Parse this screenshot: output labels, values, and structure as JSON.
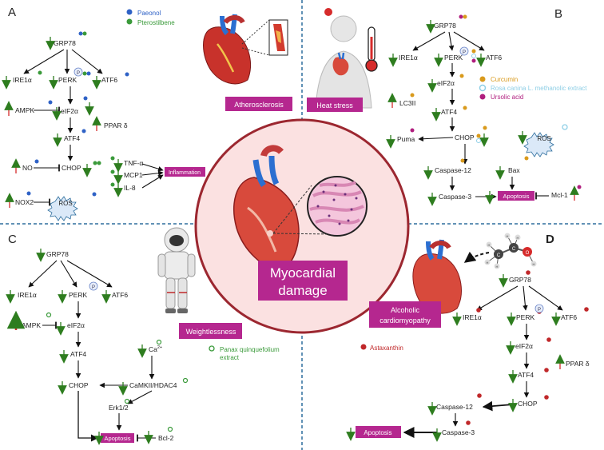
{
  "panels": {
    "A": {
      "letter": "A",
      "legend": [
        {
          "label": "Paeonol",
          "color": "#2f62c6"
        },
        {
          "label": "Pterostilbene",
          "color": "#3a9a3a"
        }
      ],
      "nodes": {
        "grp78": "GRP78",
        "ire1a": "IRE1α",
        "perk": "PERK",
        "atf6": "ATF6",
        "ampk": "AMPK",
        "eif2a": "eIF2α",
        "ppard": "PPAR δ",
        "atf4": "ATF4",
        "no": "NO",
        "chop": "CHOP",
        "tnfa": "TNF-α",
        "mcp1": "MCP1",
        "il8": "IL-8",
        "inflammation": "Inflammation",
        "nox2": "NOX2",
        "ros": "ROS"
      },
      "label_box": "Atherosclerosis"
    },
    "B": {
      "letter": "B",
      "legend": [
        {
          "label": "Curcumin",
          "color": "#d99a1c"
        },
        {
          "label": "Rosa canina L. methanolic extract",
          "color": "#8fcfe6"
        },
        {
          "label": "Ursolic acid",
          "color": "#b01e7e"
        }
      ],
      "nodes": {
        "grp78": "GRP78",
        "ire1a": "IRE1α",
        "perk": "PERK",
        "atf6": "ATF6",
        "eif2a": "eIF2α",
        "lc3ii": "LC3II",
        "atf4": "ATF4",
        "puma": "Puma",
        "chop": "CHOP",
        "ros": "ROS",
        "caspase12": "Caspase-12",
        "bax": "Bax",
        "caspase3": "Caspase-3",
        "apoptosis": "Apoptosis",
        "mcl1": "Mcl-1"
      },
      "label_box": "Heat stress"
    },
    "C": {
      "letter": "C",
      "nodes": {
        "grp78": "GRP78",
        "ire1a": "IRE1α",
        "perk": "PERK",
        "atf6": "ATF6",
        "ampk": "AMPK",
        "eif2a": "eIF2α",
        "atf4": "ATF4",
        "chop": "CHOP",
        "ca_base": "Ca",
        "ca_sup": "2+",
        "camkii": "CaMKII/HDAC4",
        "erk": "Erk1/2",
        "apoptosis": "Apoptosis",
        "bcl2": "Bcl-2"
      },
      "legend": [
        {
          "label": "Panax quinquefolium",
          "color": "#3a9a3a"
        },
        {
          "label": "extract",
          "color": "#3a9a3a"
        }
      ],
      "label_box": "Weightlessness"
    },
    "D": {
      "letter": "D",
      "nodes": {
        "grp78": "GRP78",
        "ire1a": "IRE1α",
        "perk": "PERK",
        "atf6": "ATF6",
        "eif2a": "eIF2α",
        "ppard": "PPAR δ",
        "atf4": "ATF4",
        "chop": "CHOP",
        "caspase12": "Caspase-12",
        "caspase3": "Caspase-3",
        "apoptosis": "Apoptosis"
      },
      "legend": [
        {
          "label": "Astaxanthin",
          "color": "#c0282a"
        }
      ],
      "label_box_line1": "Alcoholic",
      "label_box_line2": "cardiomyopathy"
    }
  },
  "center": {
    "line1": "Myocardial",
    "line2": "damage"
  },
  "phospho": "P",
  "ethanol_atoms": {
    "c": "C",
    "o": "O",
    "h": "H"
  },
  "colors": {
    "down": "#2e7d1f",
    "up": "#d62b2b",
    "box": "#b5278f",
    "box_text": "#ffffff",
    "circle_fill": "#fbe1e1",
    "circle_stroke": "#9c2730",
    "divider": "#2f6f9e",
    "inhibit": "#333333"
  }
}
